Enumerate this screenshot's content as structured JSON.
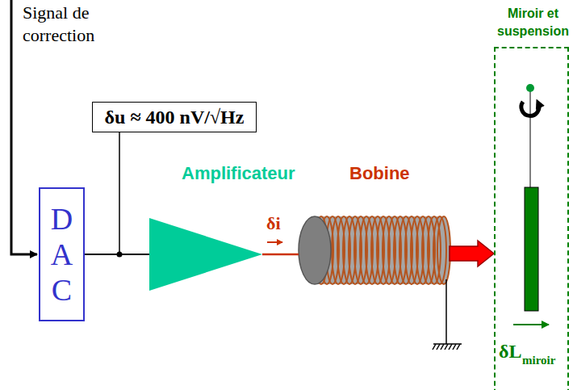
{
  "diagram": {
    "nodes": [
      {
        "text": [
          "D A C"
        ]
      },
      {
        "text": [
          "δu ≈ 400 nV/√Hz"
        ]
      },
      {
        "text": [
          "Amplificateur"
        ]
      },
      {
        "text": [
          "Bobine"
        ]
      },
      {
        "text": [
          "Miroir et suspension"
        ]
      }
    ],
    "edges": [
      {
        "from": 0,
        "to": 2,
        "arrow": "none"
      },
      {
        "from": 2,
        "to": 3,
        "label": "δi",
        "arrow": "none"
      },
      {
        "from": 3,
        "to": 4,
        "arrow": "to"
      }
    ],
    "labels": [
      "Signal de correction",
      "δL",
      "miroir"
    ]
  }
}
